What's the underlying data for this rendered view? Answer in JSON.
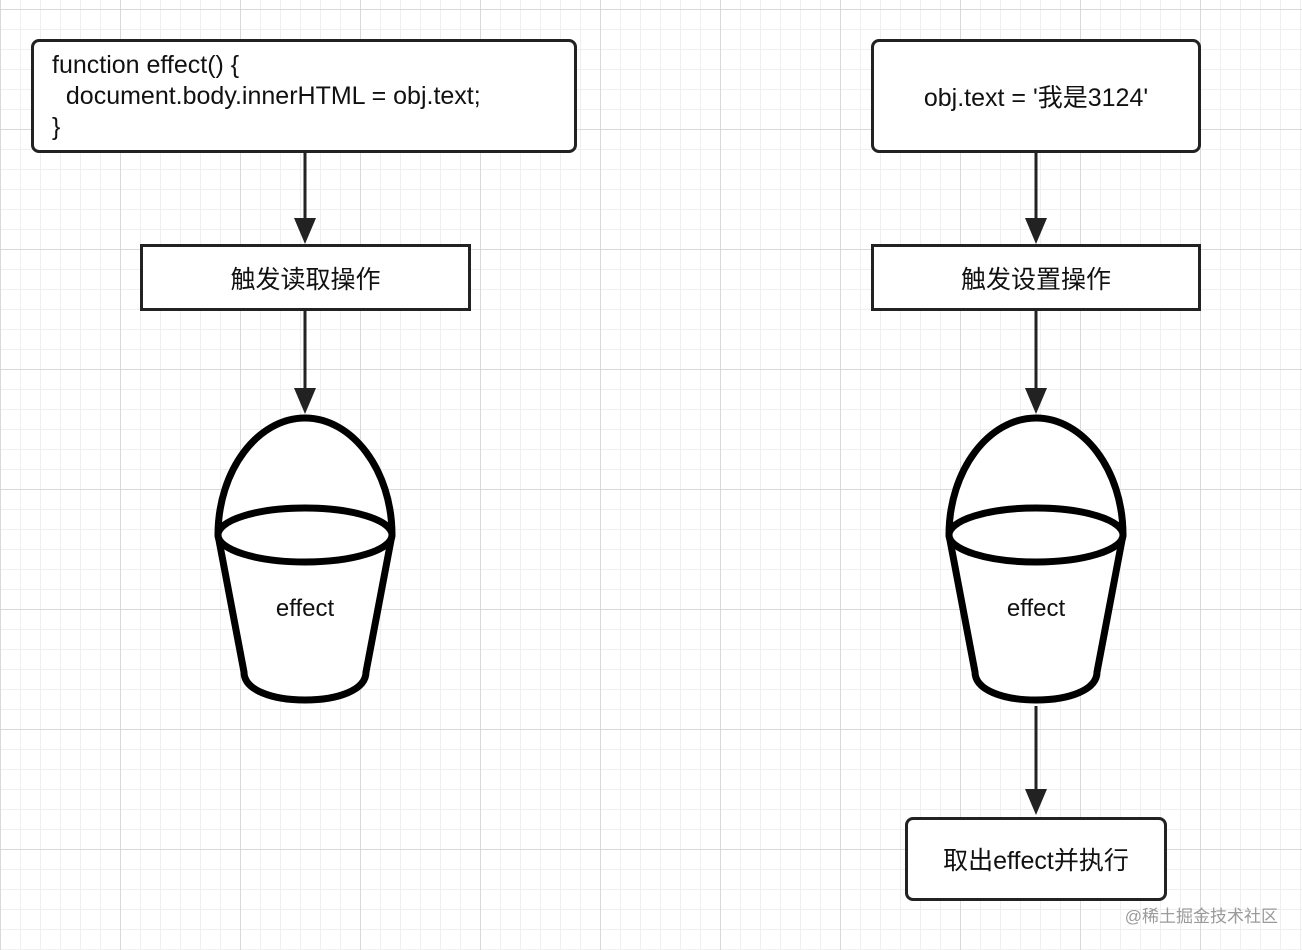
{
  "left_flow": {
    "code_lines": [
      "function effect() {",
      "  document.body.innerHTML = obj.text;",
      "}"
    ],
    "action": "触发读取操作",
    "bucket_label": "effect"
  },
  "right_flow": {
    "code": "obj.text = '我是3124'",
    "action": "触发设置操作",
    "bucket_label": "effect",
    "result": "取出effect并执行"
  },
  "watermark": "@稀土掘金技术社区"
}
